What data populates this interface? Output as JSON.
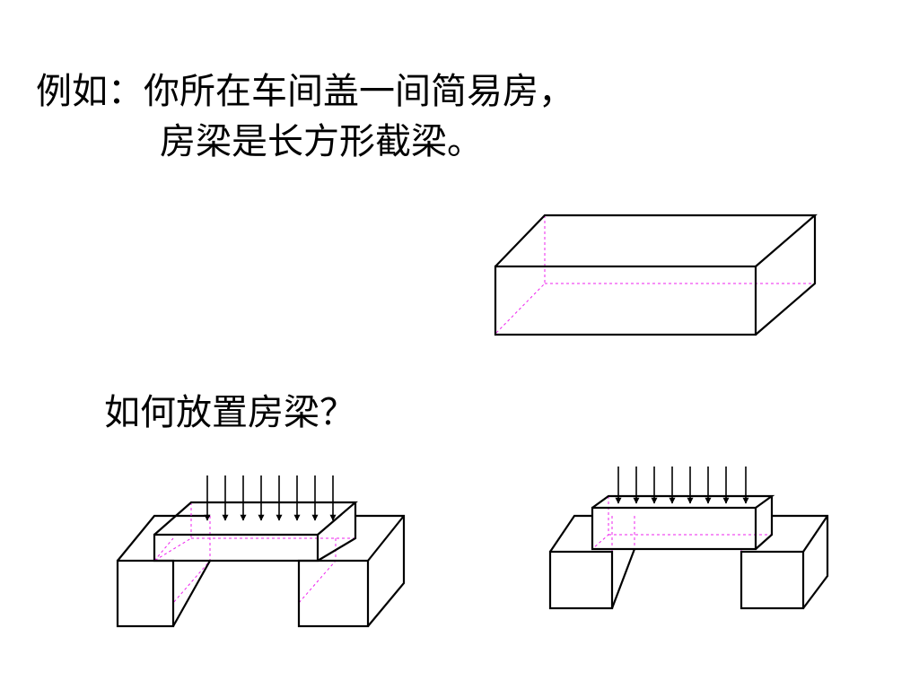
{
  "intro": {
    "line1": "例如：你所在车间盖一间简易房，",
    "line2": "房梁是长方形截梁。"
  },
  "question": "如何放置房梁？",
  "colors": {
    "edge": "#000000",
    "hidden_edge": "#ee22ee",
    "background": "#ffffff"
  },
  "figures": {
    "beam": "rectangular-beam-prism",
    "placement_left": "beam-laid-flat-on-two-supports-with-distributed-load",
    "placement_right": "beam-on-edge-on-two-supports-with-distributed-load"
  }
}
